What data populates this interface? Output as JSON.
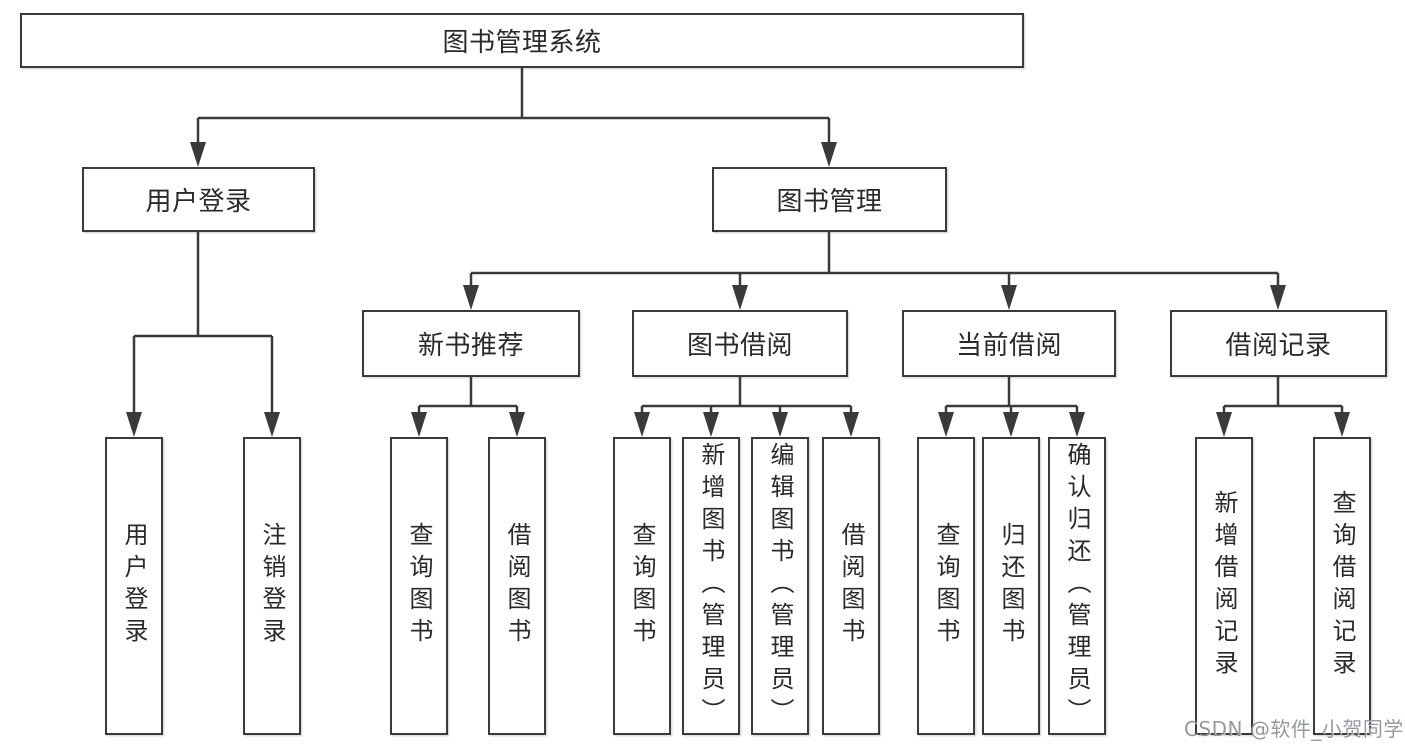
{
  "diagram": {
    "root": {
      "label": "图书管理系统"
    },
    "login": {
      "label": "用户登录",
      "children": [
        {
          "label": "用户登录"
        },
        {
          "label": "注销登录"
        }
      ]
    },
    "manage": {
      "label": "图书管理",
      "children": [
        {
          "label": "新书推荐",
          "children": [
            {
              "label": "查询图书"
            },
            {
              "label": "借阅图书"
            }
          ]
        },
        {
          "label": "图书借阅",
          "children": [
            {
              "label": "查询图书"
            },
            {
              "label": "新增图书（管理员）"
            },
            {
              "label": "编辑图书（管理员）"
            },
            {
              "label": "借阅图书"
            }
          ]
        },
        {
          "label": "当前借阅",
          "children": [
            {
              "label": "查询图书"
            },
            {
              "label": "归还图书"
            },
            {
              "label": "确认归还（管理员）"
            }
          ]
        },
        {
          "label": "借阅记录",
          "children": [
            {
              "label": "新增借阅记录"
            },
            {
              "label": "查询借阅记录"
            }
          ]
        }
      ]
    },
    "watermark": "CSDN @软件_小贺同学",
    "colors": {
      "line": "#3a3a3a",
      "box_border": "#3a3a3a",
      "text": "#2a2a2a",
      "background": "#ffffff",
      "watermark": "#8d9198"
    }
  }
}
